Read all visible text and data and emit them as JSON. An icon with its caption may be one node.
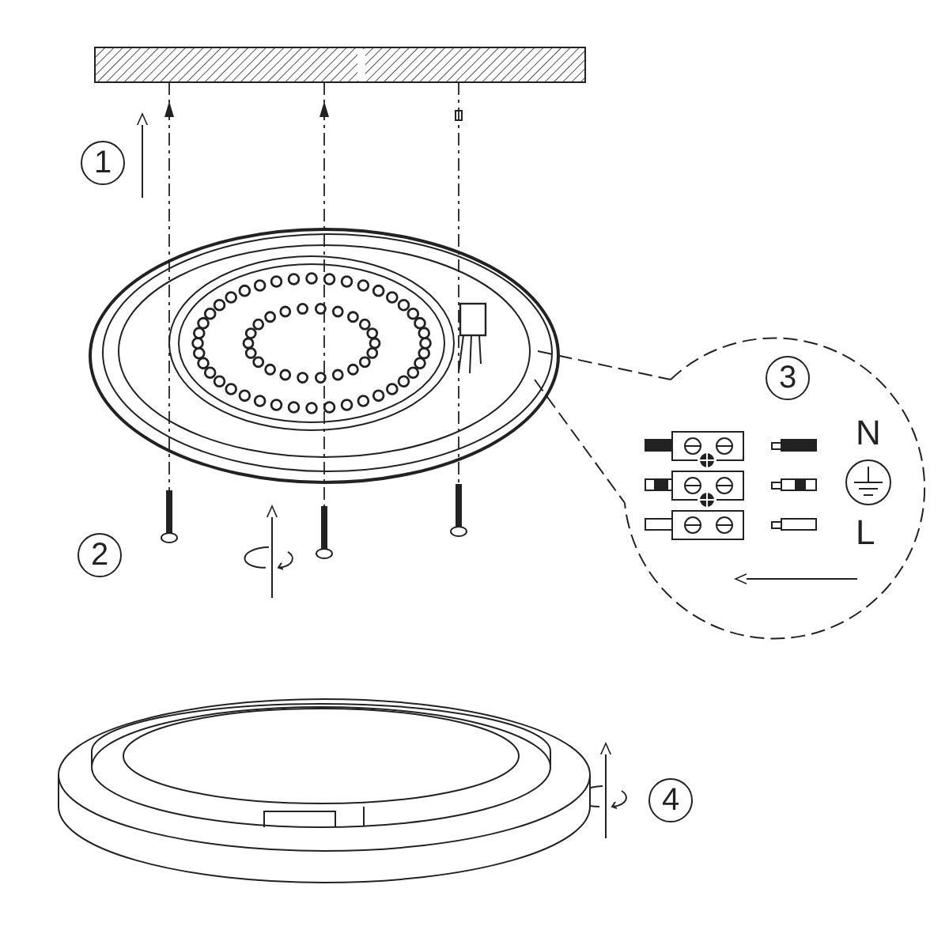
{
  "diagram": {
    "nodes": [
      {
        "text": [
          "1"
        ]
      },
      {
        "text": [
          "2"
        ]
      },
      {
        "text": [
          "3"
        ]
      },
      {
        "text": [
          "4"
        ]
      }
    ],
    "labels": [
      "N",
      "L"
    ]
  }
}
